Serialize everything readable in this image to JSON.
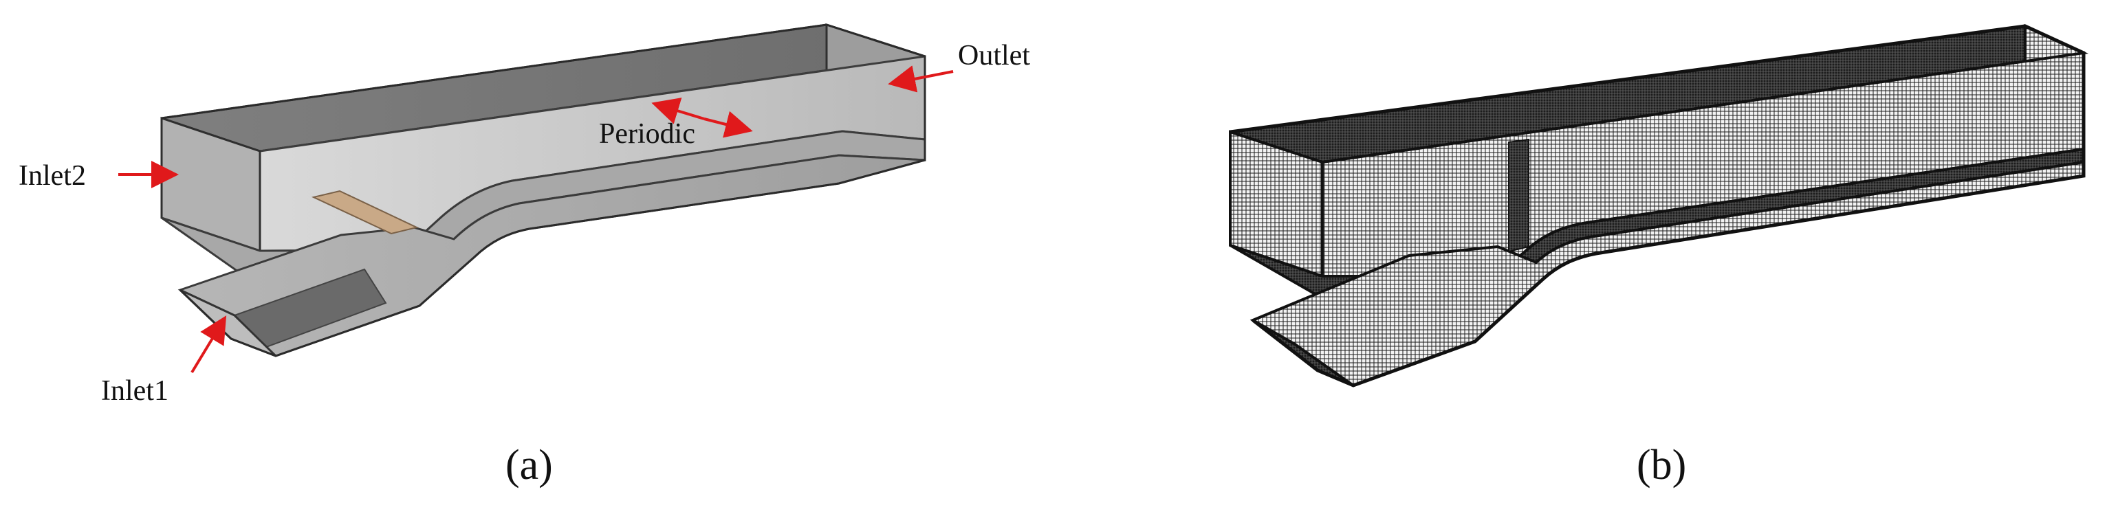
{
  "panels": {
    "left": {
      "labels": {
        "outlet": "Outlet",
        "periodic": "Periodic",
        "inlet2": "Inlet2",
        "inlet1": "Inlet1"
      },
      "caption": "(a)"
    },
    "right": {
      "caption": "(b)"
    }
  },
  "colors": {
    "arrow": "#e0191b",
    "panel_fill": "#b8b8b8",
    "panel_dark": "#707070",
    "mesh_dark": "#1b1b1b",
    "mesh_light": "#f2f2f2",
    "plate": "#c9a987"
  }
}
